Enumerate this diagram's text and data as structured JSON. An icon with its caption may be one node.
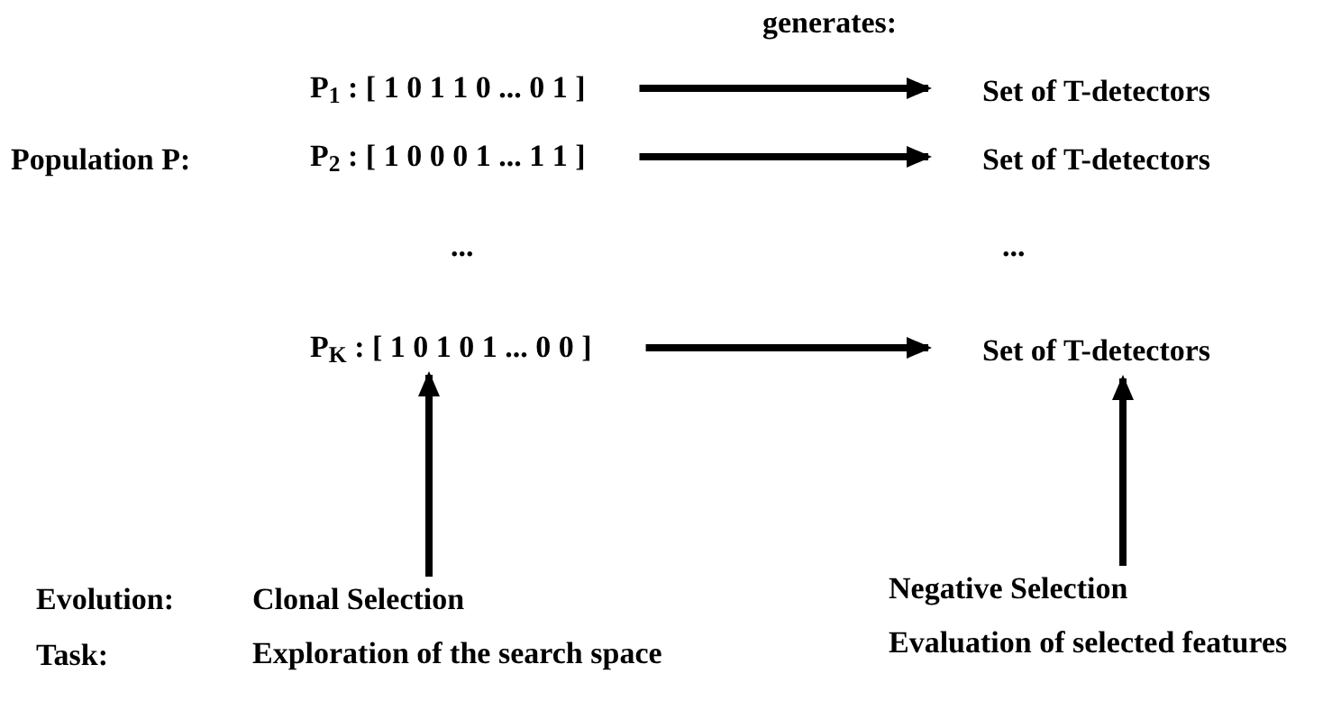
{
  "diagram": {
    "nodes": [
      {
        "text": [
          "P$_{1}$ : [ 1 0 1 1 0 ... 0 1 ]"
        ]
      },
      {
        "text": [
          "Set of T-detectors"
        ]
      },
      {
        "text": [
          "P$_{2}$ : [ 1 0 0 0 1 ... 1 1 ]"
        ]
      },
      {
        "text": [
          "Set of T-detectors"
        ]
      },
      {
        "text": [
          "P$_{K}$ : [ 1 0 1 0 1 ... 0 0 ]"
        ]
      },
      {
        "text": [
          "Set of T-detectors"
        ]
      },
      {
        "text": [
          "Clonal Selection",
          "Exploration of the search space"
        ]
      },
      {
        "text": [
          "Negative Selection",
          "Evaluation of selected features"
        ]
      }
    ],
    "edges": [
      {
        "from": 0,
        "to": 1,
        "arrow": "to"
      },
      {
        "from": 2,
        "to": 3,
        "arrow": "to"
      },
      {
        "from": 4,
        "to": 5,
        "arrow": "to"
      },
      {
        "from": 6,
        "to": 4,
        "arrow": "to"
      },
      {
        "from": 7,
        "to": 5,
        "arrow": "to"
      }
    ],
    "labels": [
      "generates:",
      "Population P:",
      "...",
      "...",
      "Evolution:",
      "Task:"
    ]
  }
}
